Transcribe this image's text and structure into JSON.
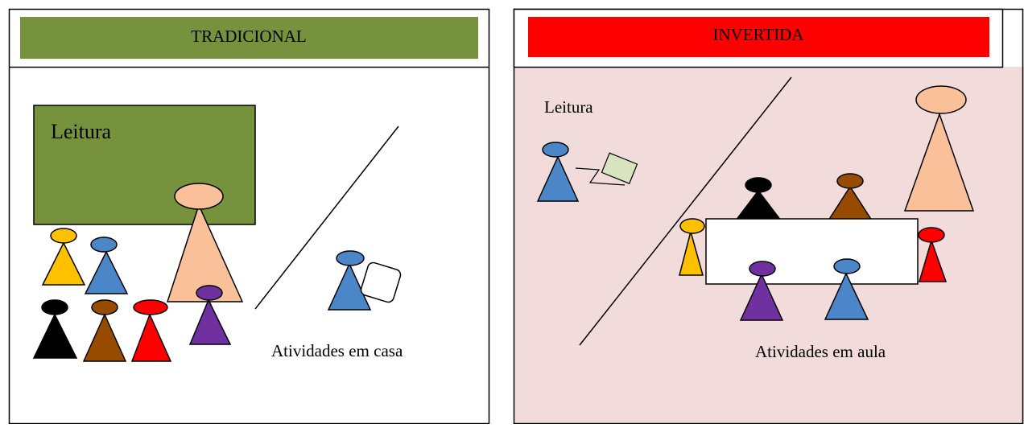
{
  "panels": {
    "traditional": {
      "header": "TRADICIONAL",
      "board_label": "Leitura",
      "caption": "Atividades em casa"
    },
    "inverted": {
      "header": "INVERTIDA",
      "reading_label": "Leitura",
      "caption": "Atividades em aula"
    }
  },
  "colors": {
    "traditional_header": "#76923C",
    "inverted_header": "#FF0000",
    "inverted_background": "#F2DCDB",
    "board": "#76923C",
    "teacher": "#F9C09A",
    "yellow": "#FFC000",
    "blue": "#4A86C8",
    "black": "#000000",
    "brown": "#964B00",
    "red": "#FF0000",
    "purple": "#7030A0",
    "paper": "#D7E4BD"
  }
}
